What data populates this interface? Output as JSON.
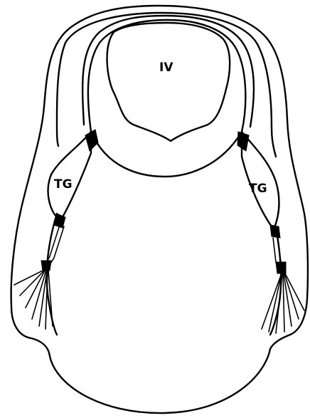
{
  "labels": {
    "ventricle": "IV",
    "ganglion_left": "TG",
    "ganglion_right": "TG"
  },
  "colors": {
    "background": "#ffffff",
    "ink": "#000000"
  }
}
